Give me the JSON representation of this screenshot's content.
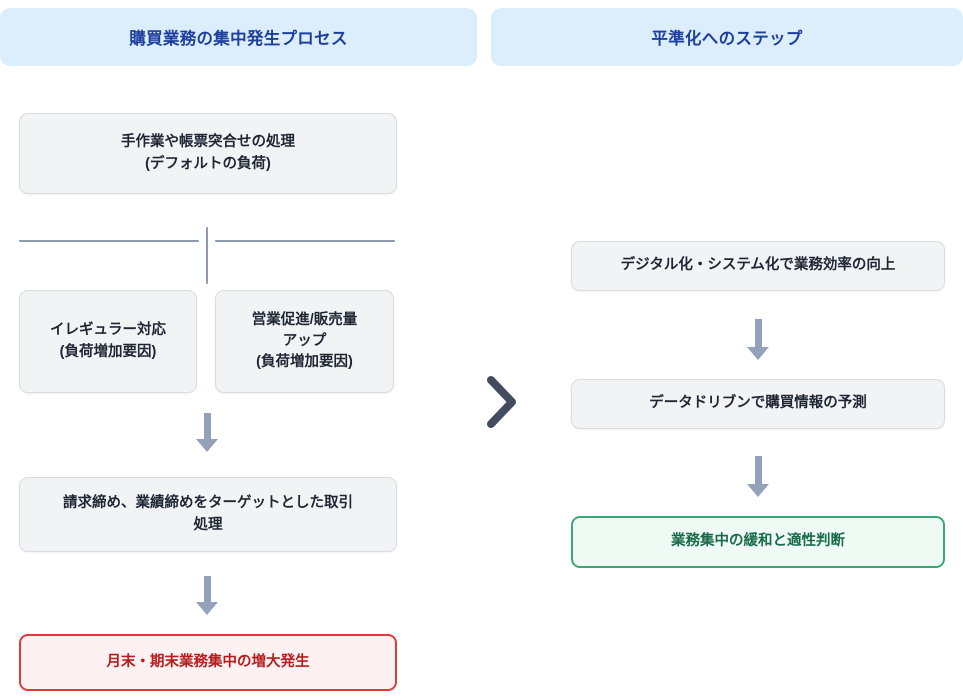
{
  "columns": {
    "left": {
      "header": "購買業務の集中発生プロセス",
      "nodes": {
        "manual": {
          "line1": "手作業や帳票突合せの処理",
          "line2": "(デフォルトの負荷)",
          "style": "gray"
        },
        "irregular": {
          "line1": "イレギュラー対応",
          "line2": "(負荷増加要因)",
          "style": "gray"
        },
        "sales_promo": {
          "line1": "営業促進/販売量",
          "line2": "アップ",
          "line3": "(負荷増加要因)",
          "style": "gray"
        },
        "closing": {
          "line1": "請求締め、業績締めをターゲットとした取引",
          "line2": "処理",
          "style": "gray"
        },
        "surge": {
          "line1": "月末・期末業務集中の増大発生",
          "style": "red"
        }
      }
    },
    "right": {
      "header": "平準化へのステップ",
      "nodes": {
        "digital": {
          "line1": "デジタル化・システム化で業務効率の向上",
          "style": "gray"
        },
        "data_driven": {
          "line1": "データドリブンで購買情報の予測",
          "style": "gray"
        },
        "leveling": {
          "line1": "業務集中の緩和と適性判断",
          "style": "green"
        }
      }
    }
  },
  "connectors": {
    "split": {
      "type": "branch-split",
      "color": "#8d99ae"
    },
    "arrows": [
      {
        "name": "branch-to-closing",
        "direction": "down",
        "color": "#93a2b8"
      },
      {
        "name": "closing-to-surge",
        "direction": "down",
        "color": "#93a2b8"
      },
      {
        "name": "digital-to-data",
        "direction": "down",
        "color": "#93a2b8"
      },
      {
        "name": "data-to-leveling",
        "direction": "down",
        "color": "#93a2b8"
      }
    ],
    "divider": {
      "icon": "chevron-right-icon",
      "color": "#434c5e"
    }
  },
  "colors": {
    "header_bg": "#dceefb",
    "header_text": "#1e3f9e",
    "node_gray_bg": "#f2f3f5",
    "node_gray_border": "#d9dce1",
    "node_text": "#1f2633",
    "node_red_bg": "#fdf1f1",
    "node_red_border": "#e03b3b",
    "node_red_text": "#b81c1c",
    "node_green_bg": "#f0faf4",
    "node_green_border": "#3aa876",
    "node_green_text": "#186b4b",
    "connector": "#8d99ae",
    "background": "#ffffff"
  }
}
